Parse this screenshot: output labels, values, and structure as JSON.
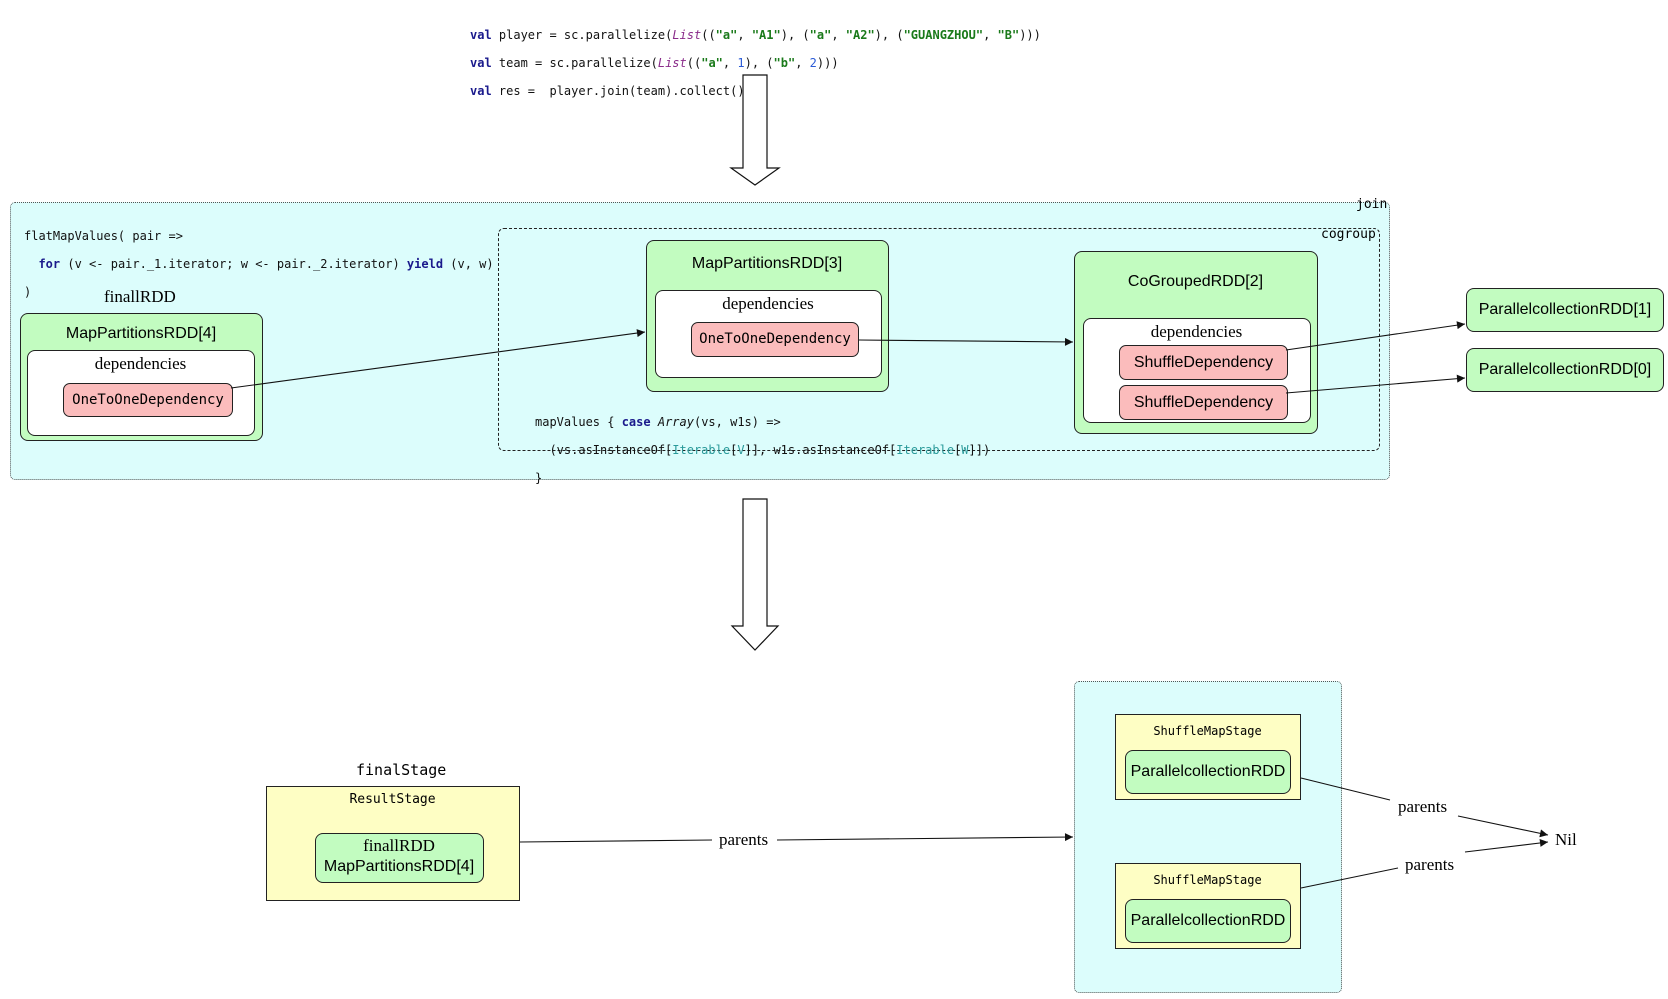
{
  "code_top": {
    "line1": {
      "kw": "val",
      "name": " player = sc.parallelize(",
      "ty": "List",
      "a": "((",
      "s1": "\"a\"",
      "c1": ", ",
      "s2": "\"A1\"",
      "c2": "), (",
      "s3": "\"a\"",
      "c3": ", ",
      "s4": "\"A2\"",
      "c4": "), (",
      "s5": "\"GUANGZHOU\"",
      "c5": ", ",
      "s6": "\"B\"",
      "end": ")))"
    },
    "line2": {
      "kw": "val",
      "name": " team = sc.parallelize(",
      "ty": "List",
      "a": "((",
      "s1": "\"a\"",
      "c1": ", ",
      "n1": "1",
      "c2": "), (",
      "s2": "\"b\"",
      "c3": ", ",
      "n2": "2",
      "end": ")))"
    },
    "line3": {
      "kw": "val",
      "rest": " res =  player.join(team).collect()"
    }
  },
  "join_box": {
    "label": "join",
    "code": {
      "line1": "flatMapValues( pair =>",
      "line2_indent": "  ",
      "line2_kw1": "for",
      "line2_mid": " (v <- pair._1.iterator; w <- pair._2.iterator) ",
      "line2_kw2": "yield",
      "line2_end": " (v, w)",
      "line3": ")"
    },
    "final_rdd_caption": "finallRDD",
    "final_rdd": {
      "title": "MapPartitionsRDD[4]",
      "deps_label": "dependencies",
      "dep": "OneToOneDependency"
    }
  },
  "cogroup_box": {
    "label": "cogroup",
    "rdd3": {
      "title": "MapPartitionsRDD[3]",
      "deps_label": "dependencies",
      "dep": "OneToOneDependency"
    },
    "rdd2": {
      "title": "CoGroupedRDD[2]",
      "deps_label": "dependencies",
      "dep1": "ShuffleDependency",
      "dep2": "ShuffleDependency"
    },
    "code": {
      "line1_a": "mapValues { ",
      "line1_kw": "case",
      "line1_sp": " ",
      "line1_ty": "Array",
      "line1_b": "(vs, w1s) =>",
      "line2_a": "  (vs.asInstanceOf[",
      "line2_g1": "Iterable",
      "line2_b": "[",
      "line2_g2": "V",
      "line2_c": "]], w1s.asInstanceOf[",
      "line2_g3": "Iterable",
      "line2_d": "[",
      "line2_g4": "W",
      "line2_e": "]])",
      "line3": "}"
    }
  },
  "parallel_rdds": {
    "rdd1": "ParallelcollectionRDD[1]",
    "rdd0": "ParallelcollectionRDD[0]"
  },
  "stages": {
    "final_stage_caption": "finalStage",
    "result_stage": {
      "label": "ResultStage",
      "rdd_line1": "finallRDD",
      "rdd_line2": "MapPartitionsRDD[4]"
    },
    "parents_label_1": "parents",
    "shuffle_stage_1": {
      "label": "ShuffleMapStage",
      "rdd": "ParallelcollectionRDD"
    },
    "shuffle_stage_2": {
      "label": "ShuffleMapStage",
      "rdd": "ParallelcollectionRDD"
    },
    "parents_label_2": "parents",
    "parents_label_3": "parents",
    "nil_label": "Nil"
  }
}
